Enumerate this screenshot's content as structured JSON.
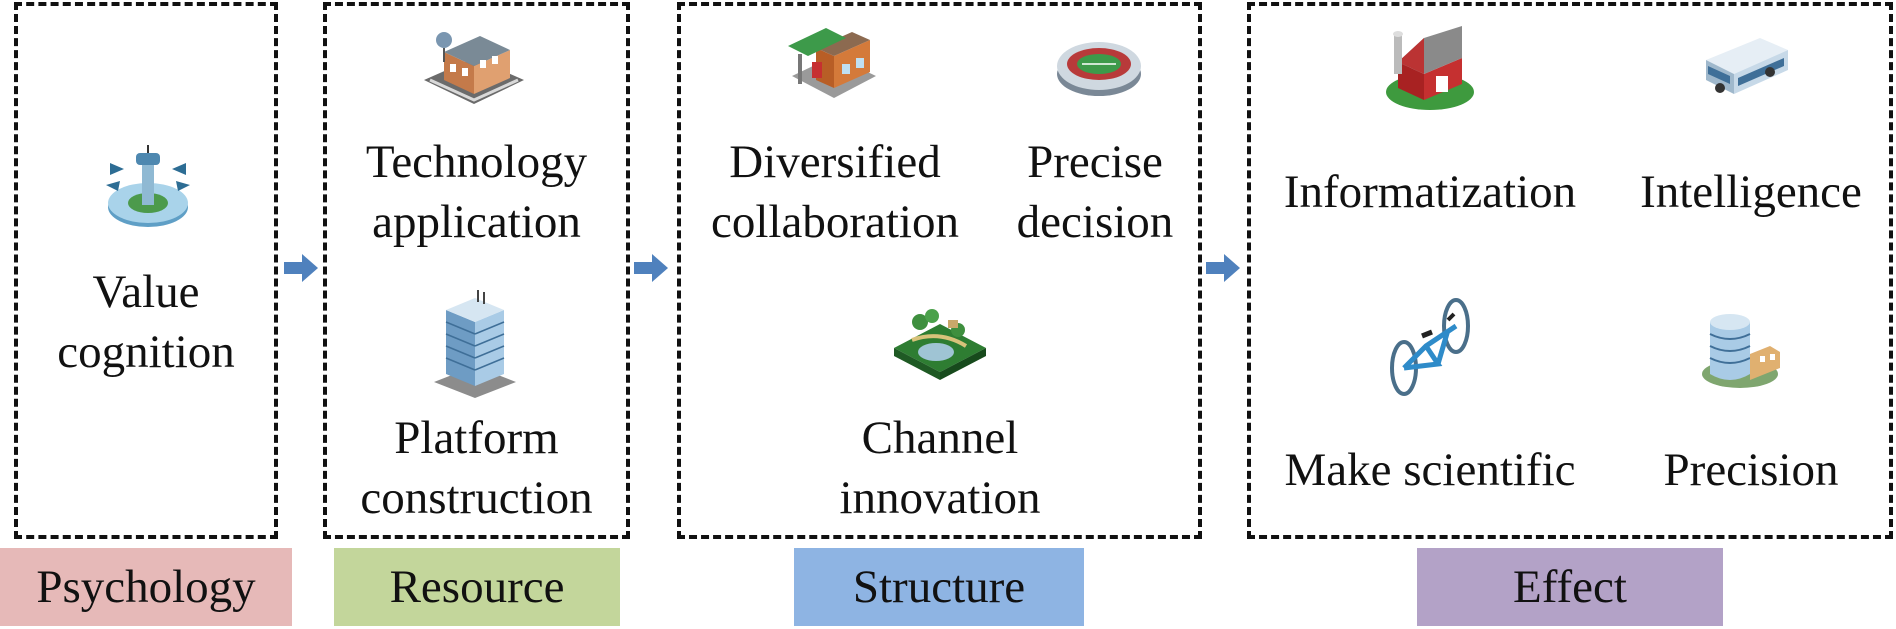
{
  "colors": {
    "psychology": "#e6b9b8",
    "resource": "#c3d69b",
    "structure": "#8eb4e3",
    "effect": "#b3a2c7",
    "arrow": "#4f81bd"
  },
  "categories": {
    "psychology": "Psychology",
    "resource": "Resource",
    "structure": "Structure",
    "effect": "Effect"
  },
  "psychology": {
    "item": {
      "line1": "Value",
      "line2": "cognition",
      "icon": "airport-tower-icon"
    }
  },
  "resource": {
    "items": [
      {
        "line1": "Technology",
        "line2": "application",
        "icon": "station-building-icon"
      },
      {
        "line1": "Platform",
        "line2": "construction",
        "icon": "office-tower-icon"
      }
    ]
  },
  "structure": {
    "items": [
      {
        "line1": "Diversified",
        "line2": "collaboration",
        "icon": "gas-station-icon"
      },
      {
        "line1": "Precise",
        "line2": "decision",
        "icon": "stadium-icon"
      },
      {
        "line1": "Channel",
        "line2": "innovation",
        "icon": "park-icon"
      }
    ]
  },
  "effect": {
    "items": [
      {
        "label": "Informatization",
        "icon": "barn-icon"
      },
      {
        "label": "Intelligence",
        "icon": "bus-icon"
      },
      {
        "label": "Make scientific",
        "icon": "bicycle-icon"
      },
      {
        "label": "Precision",
        "icon": "hospital-building-icon"
      }
    ]
  }
}
